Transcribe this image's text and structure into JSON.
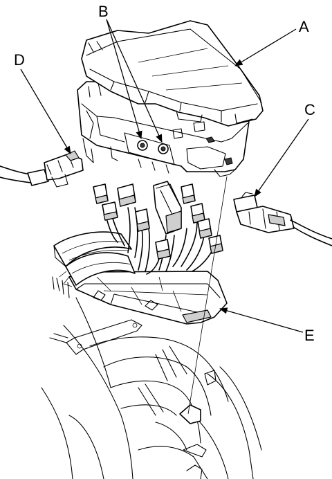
{
  "callouts": {
    "a": "A",
    "b": "B",
    "c": "C",
    "d": "D",
    "e": "E"
  },
  "colors": {
    "line": "#000000",
    "background": "#ffffff",
    "shade": "#cfcfcf"
  }
}
